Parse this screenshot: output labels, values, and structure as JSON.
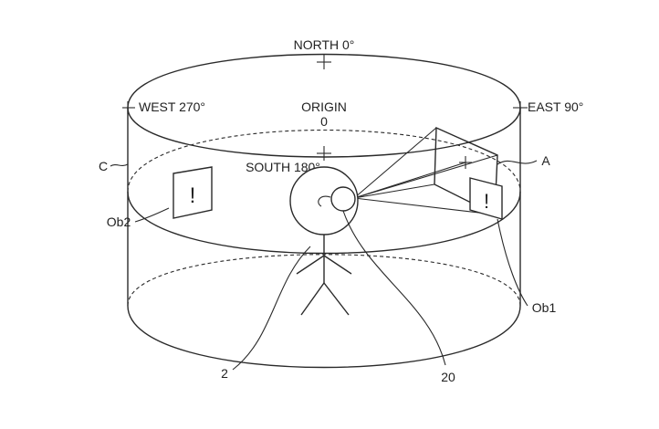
{
  "compass": {
    "north": "NORTH 0°",
    "east": "EAST 90°",
    "west": "WEST 270°",
    "south": "SOUTH 180°",
    "origin": "ORIGIN",
    "origin_value": "0"
  },
  "refs": {
    "cylinder": "C",
    "field": "A",
    "object1": "Ob1",
    "object2": "Ob2",
    "user": "2",
    "device": "20"
  },
  "object_glyph": "!"
}
